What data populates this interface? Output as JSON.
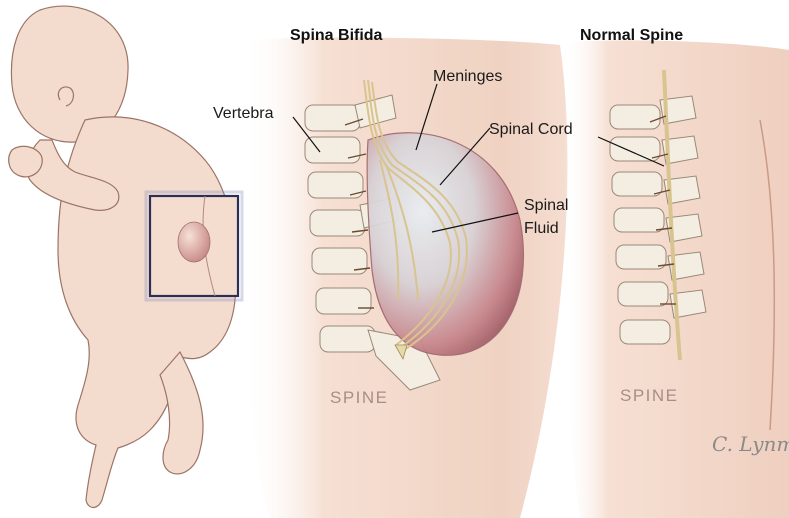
{
  "titles": {
    "spina_bifida": "Spina Bifida",
    "normal_spine": "Normal Spine"
  },
  "labels": {
    "vertebra": "Vertebra",
    "meninges": "Meninges",
    "spinal_cord": "Spinal Cord",
    "spinal_fluid_line1": "Spinal",
    "spinal_fluid_line2": "Fluid"
  },
  "spine_captions": {
    "left": "SPINE",
    "right": "SPINE"
  },
  "signature": "C. Lynm",
  "colors": {
    "skin": "#f2d8c8",
    "skin_shadow": "#e8c3ae",
    "outline": "#9c7466",
    "sac": "#c98f93",
    "bone": "#f4eee2",
    "nerve": "#efe2b8",
    "inset_border": "#2a2f5a"
  }
}
